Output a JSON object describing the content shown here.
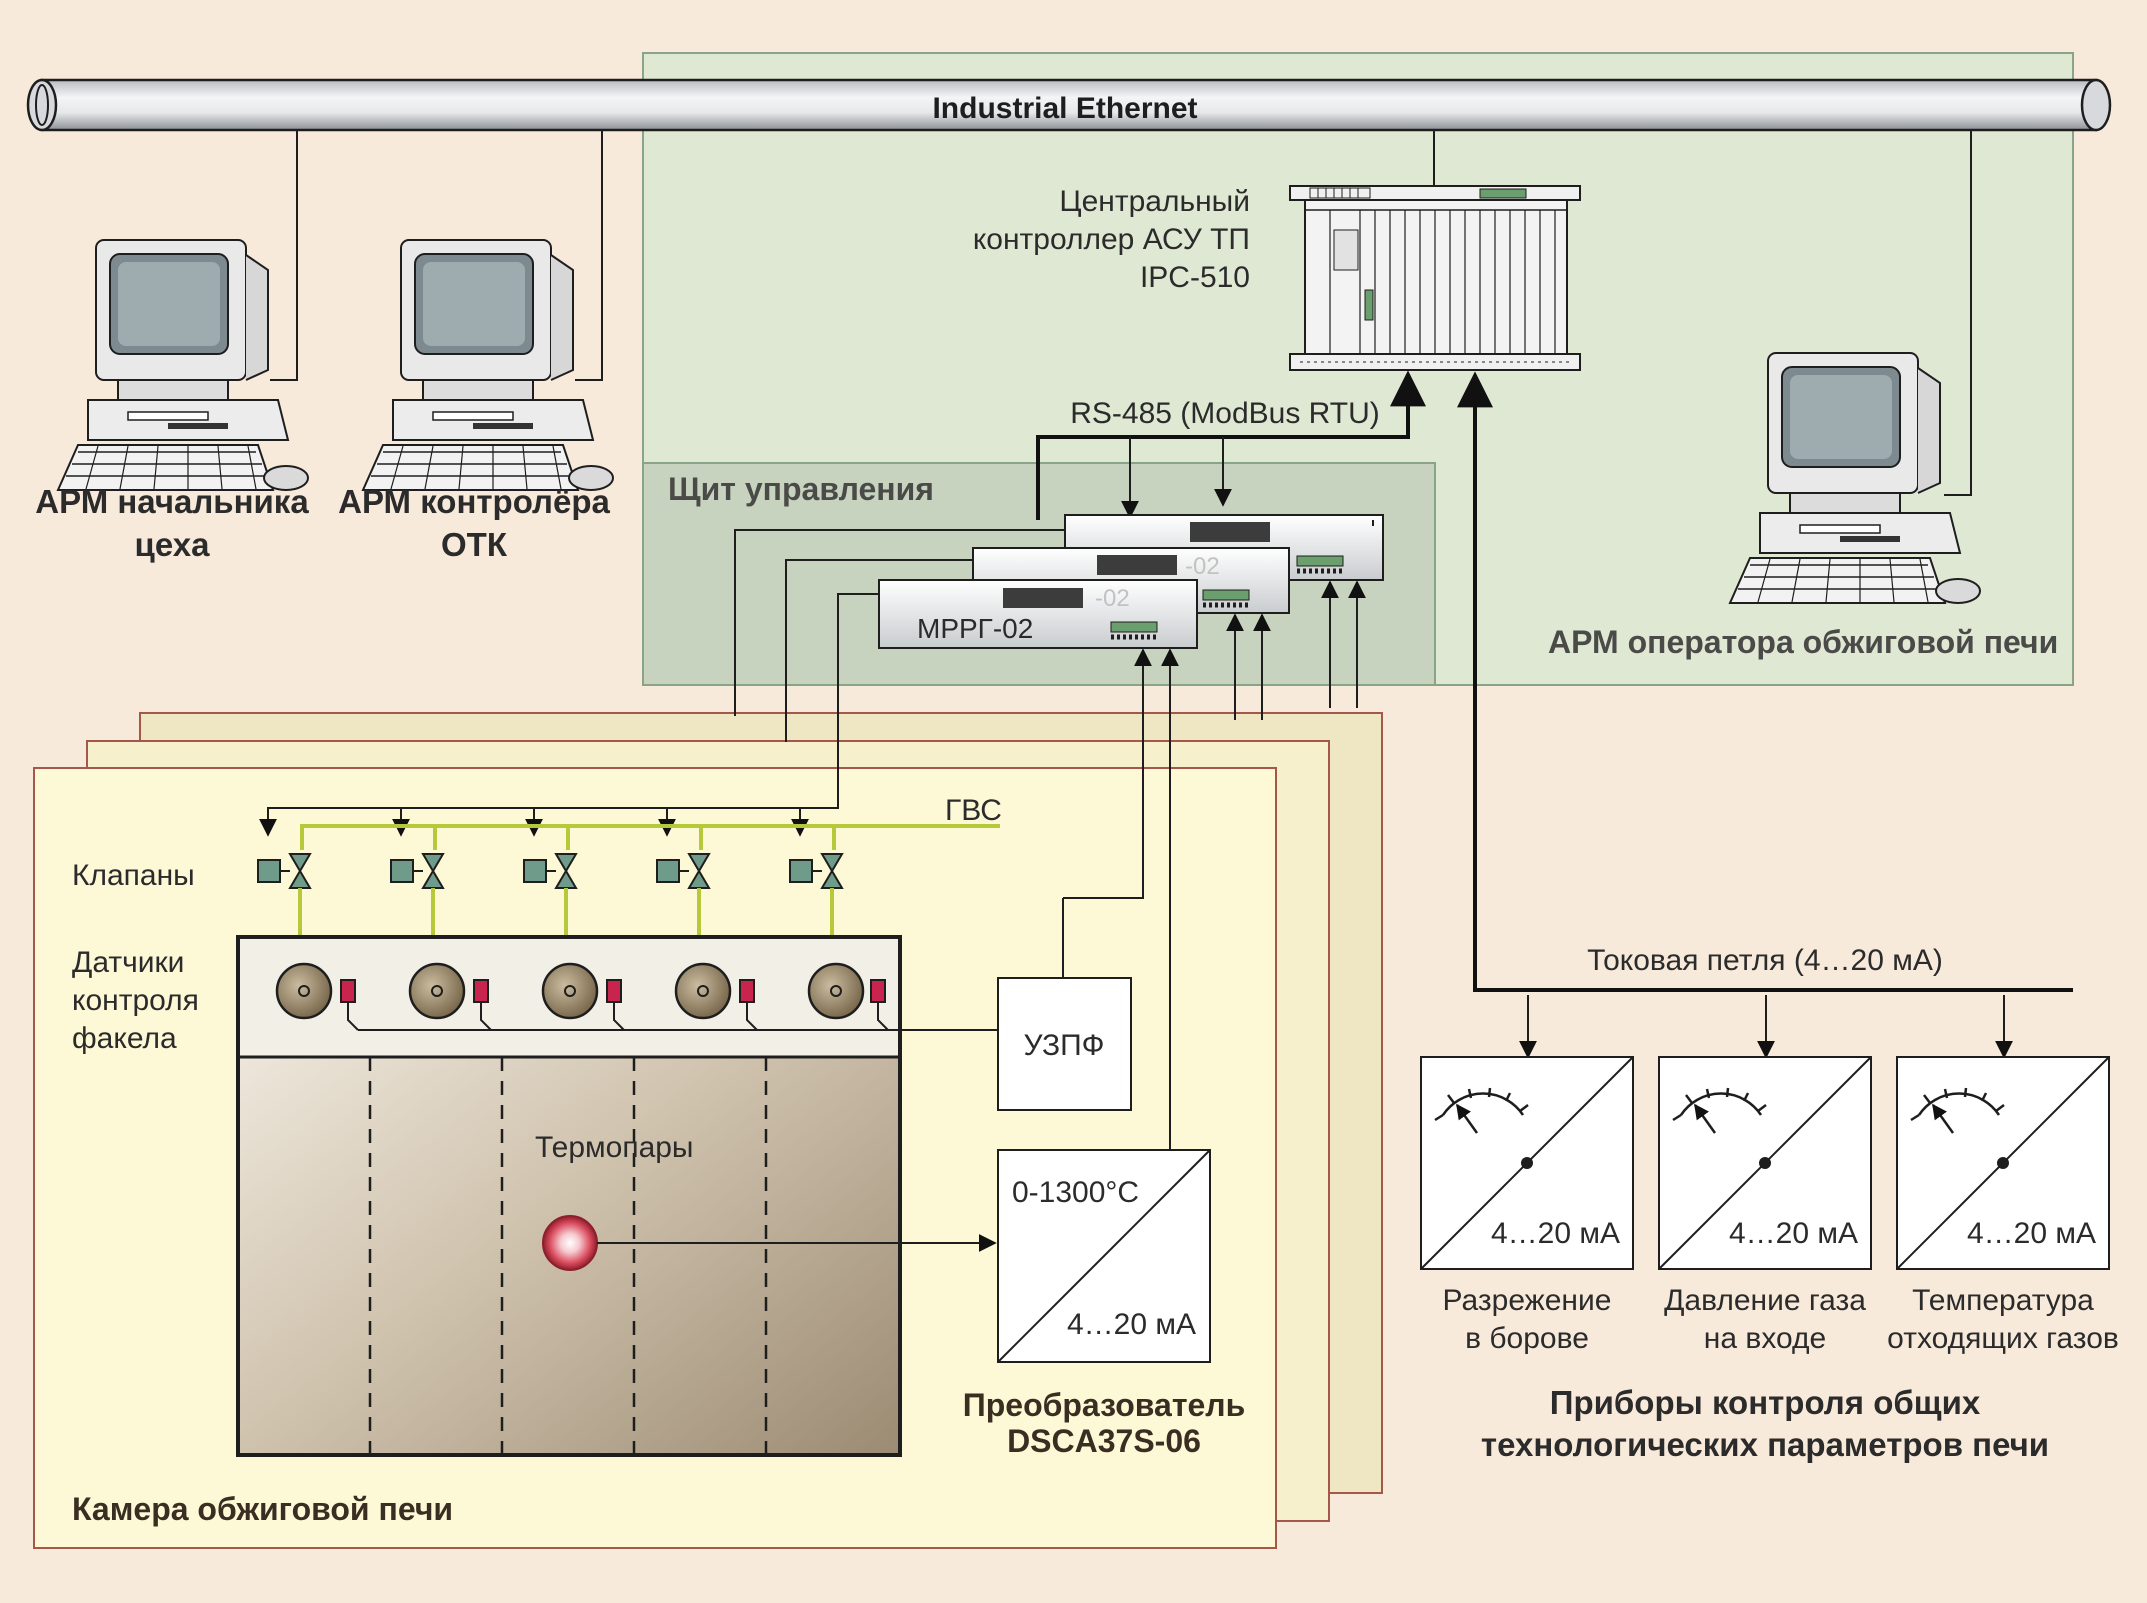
{
  "bus": {
    "label": "Industrial Ethernet"
  },
  "workstations": {
    "head": {
      "line1": "АРМ начальника",
      "line2": "цеха"
    },
    "qc": {
      "line1": "АРМ контролёра",
      "line2": "ОТК"
    },
    "operator": {
      "label": "АРМ оператора обжиговой печи"
    }
  },
  "controller": {
    "line1": "Центральный",
    "line2": "контроллер АСУ ТП",
    "line3": "IPC-510"
  },
  "rs485": {
    "label": "RS-485 (ModBus RTU)"
  },
  "panel": {
    "title": "Щит управления",
    "device_label": "МРРГ-02",
    "ghost_label_1": "-02",
    "ghost_label_2": "-02"
  },
  "furnace": {
    "title": "Камера обжиговой печи",
    "gas_label": "ГВС",
    "valves_label": "Клапаны",
    "sensors_line1": "Датчики",
    "sensors_line2": "контроля",
    "sensors_line3": "факела",
    "thermocouples_label": "Термопары",
    "uzpf_label": "УЗПФ",
    "valve_count": 5,
    "burner_count": 5
  },
  "converter": {
    "range_in": "0-1300°С",
    "range_out": "4…20 мА",
    "title_line1": "Преобразователь",
    "title_line2": "DSCA37S-06"
  },
  "current_loop": {
    "label": "Токовая петля (4…20 мА)"
  },
  "instruments": {
    "items": [
      {
        "signal": "4…20 мА",
        "line1": "Разрежение",
        "line2": "в борове"
      },
      {
        "signal": "4…20 мА",
        "line1": "Давление газа",
        "line2": "на входе"
      },
      {
        "signal": "4…20 мА",
        "line1": "Температура",
        "line2": "отходящих газов"
      }
    ],
    "group_line1": "Приборы контроля общих",
    "group_line2": "технологических параметров печи"
  },
  "colors": {
    "background": "#f8eadb",
    "control_zone": "#dfe8d3",
    "panel_zone": "#c7d3be",
    "furnace_front": "#fdf8d6",
    "furnace_back": "#f1e8c6",
    "gas_line": "#b6c93a",
    "valve_actuator": "#6f9c8a",
    "burner": "#8b7a5e",
    "flame_sensor": "#c7254e",
    "thermocouple": "#d94b5d"
  }
}
